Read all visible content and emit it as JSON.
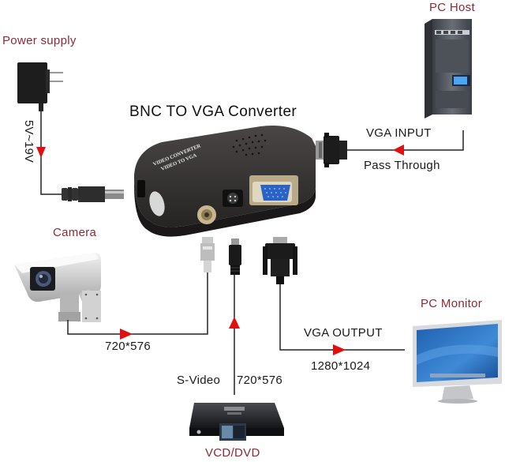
{
  "title": "BNC TO VGA Converter",
  "converter": {
    "top_label_1": "VIDEO CONVERTER",
    "top_label_2": "VIDEO TO VGA"
  },
  "devices": {
    "power_supply": "Power supply",
    "pc_host": "PC Host",
    "camera": "Camera",
    "pc_monitor": "PC Monitor",
    "vcd_dvd": "VCD/DVD"
  },
  "connections": {
    "power_voltage": "5V~19V",
    "vga_input": "VGA INPUT",
    "pass_through": "Pass Through",
    "camera_resolution": "720*576",
    "svideo_label": "S-Video",
    "svideo_resolution": "720*576",
    "vga_output": "VGA OUTPUT",
    "vga_output_resolution": "1280*1024"
  },
  "colors": {
    "arrow": "#e01010",
    "device_label": "#8b2a35",
    "line": "#222222",
    "converter_body": "#2e2b2b"
  }
}
